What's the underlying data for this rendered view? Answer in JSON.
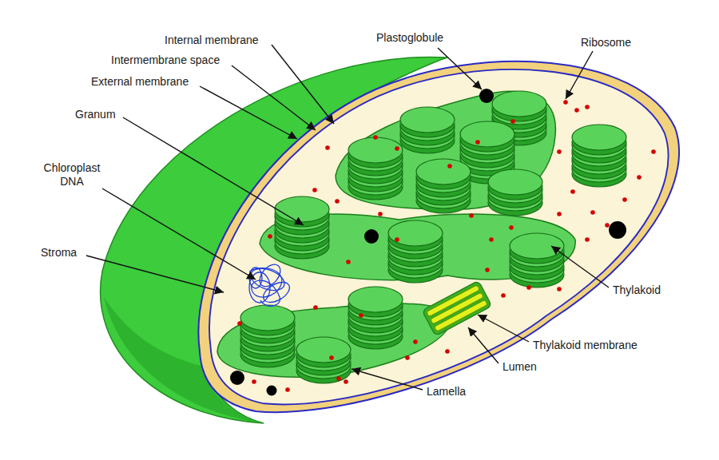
{
  "diagram": {
    "labels": [
      "Internal membrane",
      "Plastoglobule",
      "Ribosome",
      "Intermembrane space",
      "External membrane",
      "Granum",
      "Chloroplast DNA",
      "Stroma",
      "Thylakoid",
      "Thylakoid membrane",
      "Lumen",
      "Lamella"
    ]
  }
}
